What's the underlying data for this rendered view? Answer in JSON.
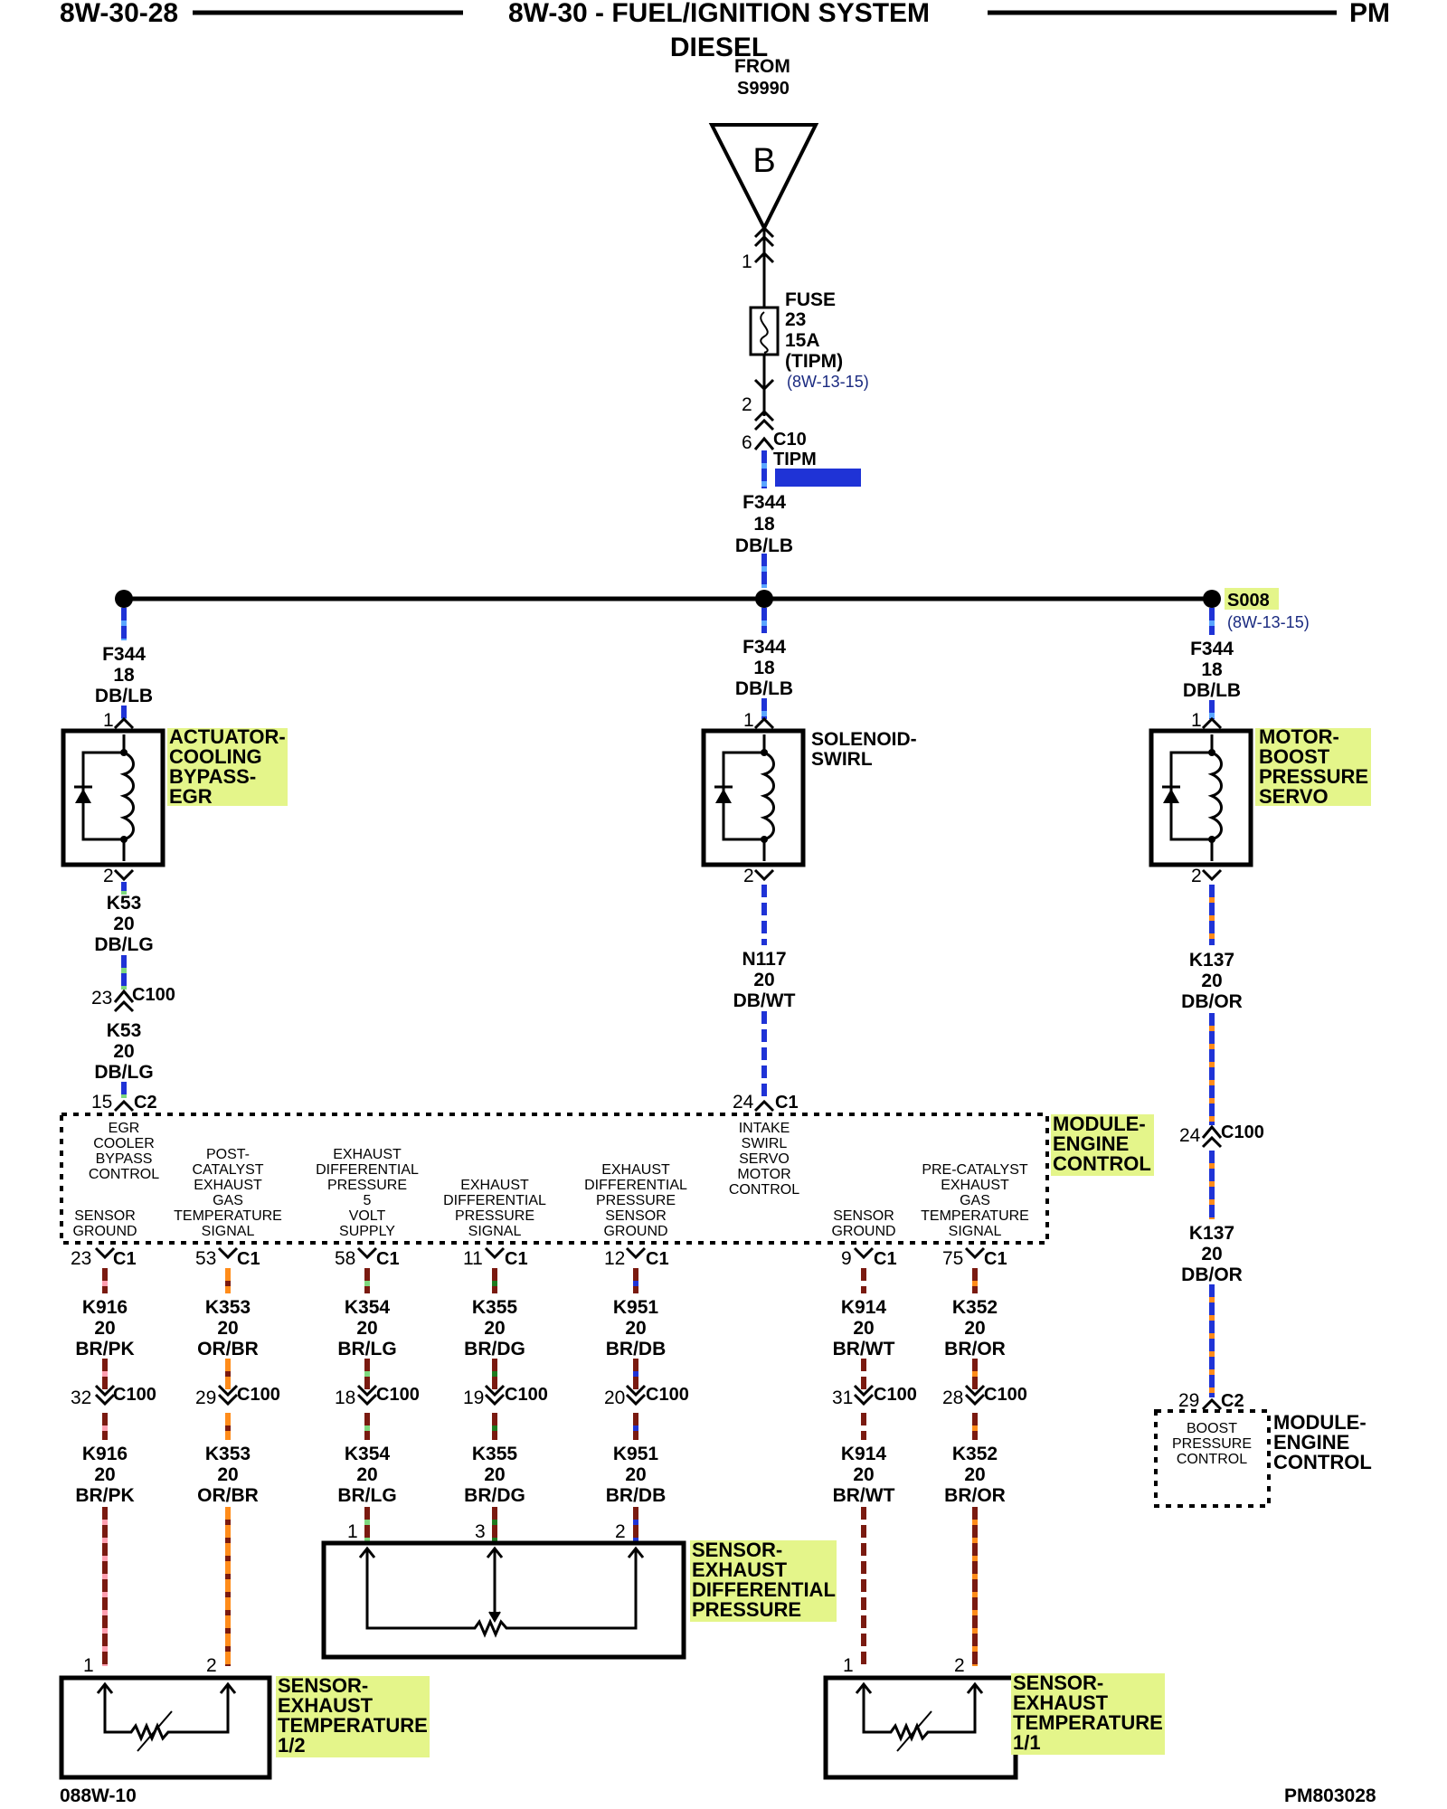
{
  "header": {
    "left": "8W-30-28",
    "title": "8W-30 - FUEL/IGNITION SYSTEM",
    "subtitle": "DIESEL",
    "right": "PM"
  },
  "footer": {
    "left": "088W-10",
    "right": "PM803028"
  },
  "source": {
    "from": "FROM",
    "from_ref": "S9990",
    "letter": "B",
    "pin_in": "1",
    "fuse_label": "FUSE",
    "fuse_number": "23",
    "fuse_rating": "15A",
    "fuse_location": "(TIPM)",
    "fuse_ref": "(8W-13-15)",
    "pin_out": "2",
    "tipm_pin": "6",
    "tipm_conn": "C10",
    "tipm_name": "TIPM",
    "feed_circuit": "F344",
    "feed_gauge": "18",
    "feed_color": "DB/LB"
  },
  "splice": {
    "name": "S008",
    "ref": "(8W-13-15)"
  },
  "branches": {
    "left": {
      "circuit": "F344",
      "gauge": "18",
      "color": "DB/LB",
      "pin1": "1",
      "pin2": "2",
      "name": [
        "ACTUATOR-",
        "COOLING",
        "BYPASS-",
        "EGR"
      ],
      "out_circuit": "K53",
      "out_gauge": "20",
      "out_color": "DB/LG",
      "conn_pin": "23",
      "conn": "C100",
      "out2_circuit": "K53",
      "out2_gauge": "20",
      "out2_color": "DB/LG",
      "pcm_pin": "15",
      "pcm_conn": "C2"
    },
    "center": {
      "circuit": "F344",
      "gauge": "18",
      "color": "DB/LB",
      "pin1": "1",
      "pin2": "2",
      "name": [
        "SOLENOID-",
        "SWIRL"
      ],
      "out_circuit": "N117",
      "out_gauge": "20",
      "out_color": "DB/WT",
      "pcm_pin": "24",
      "pcm_conn": "C1"
    },
    "right": {
      "circuit": "F344",
      "gauge": "18",
      "color": "DB/LB",
      "pin1": "1",
      "pin2": "2",
      "name": [
        "MOTOR-",
        "BOOST",
        "PRESSURE",
        "SERVO"
      ],
      "out_circuit": "K137",
      "out_gauge": "20",
      "out_color": "DB/OR",
      "conn_pin": "24",
      "conn": "C100",
      "out2_circuit": "K137",
      "out2_gauge": "20",
      "out2_color": "DB/OR",
      "pcm_pin": "29",
      "pcm_conn": "C2"
    }
  },
  "module": {
    "name": [
      "MODULE-",
      "ENGINE",
      "CONTROL"
    ],
    "functions": {
      "egr": [
        "EGR",
        "COOLER",
        "BYPASS",
        "CONTROL"
      ],
      "sensor_ground": [
        "SENSOR",
        "GROUND"
      ],
      "post_cat": [
        "POST-",
        "CATALYST",
        "EXHAUST",
        "GAS",
        "TEMPERATURE",
        "SIGNAL"
      ],
      "edp_5v": [
        "EXHAUST",
        "DIFFERENTIAL",
        "PRESSURE",
        "5",
        "VOLT",
        "SUPPLY"
      ],
      "edp_signal": [
        "EXHAUST",
        "DIFFERENTIAL",
        "PRESSURE",
        "SIGNAL"
      ],
      "edp_ground": [
        "EXHAUST",
        "DIFFERENTIAL",
        "PRESSURE",
        "SENSOR",
        "GROUND"
      ],
      "swirl": [
        "INTAKE",
        "SWIRL",
        "SERVO",
        "MOTOR",
        "CONTROL"
      ],
      "sensor_ground2": [
        "SENSOR",
        "GROUND"
      ],
      "pre_cat": [
        "PRE-CATALYST",
        "EXHAUST",
        "GAS",
        "TEMPERATURE",
        "SIGNAL"
      ]
    },
    "boost": [
      "BOOST",
      "PRESSURE",
      "CONTROL"
    ]
  },
  "pcm_circuits": [
    {
      "pin": "23",
      "conn": "C1",
      "circuit": "K916",
      "gauge": "20",
      "color": "BR/PK",
      "c100": "32",
      "c100_name": "C100",
      "end_pin": "1"
    },
    {
      "pin": "53",
      "conn": "C1",
      "circuit": "K353",
      "gauge": "20",
      "color": "OR/BR",
      "c100": "29",
      "c100_name": "C100",
      "end_pin": "2"
    },
    {
      "pin": "58",
      "conn": "C1",
      "circuit": "K354",
      "gauge": "20",
      "color": "BR/LG",
      "c100": "18",
      "c100_name": "C100",
      "end_pin": "1"
    },
    {
      "pin": "11",
      "conn": "C1",
      "circuit": "K355",
      "gauge": "20",
      "color": "BR/DG",
      "c100": "19",
      "c100_name": "C100",
      "end_pin": "3"
    },
    {
      "pin": "12",
      "conn": "C1",
      "circuit": "K951",
      "gauge": "20",
      "color": "BR/DB",
      "c100": "20",
      "c100_name": "C100",
      "end_pin": "2"
    },
    {
      "pin": "9",
      "conn": "C1",
      "circuit": "K914",
      "gauge": "20",
      "color": "BR/WT",
      "c100": "31",
      "c100_name": "C100",
      "end_pin": "1"
    },
    {
      "pin": "75",
      "conn": "C1",
      "circuit": "K352",
      "gauge": "20",
      "color": "BR/OR",
      "c100": "28",
      "c100_name": "C100",
      "end_pin": "2"
    }
  ],
  "sensors": {
    "temp12": [
      "SENSOR-",
      "EXHAUST",
      "TEMPERATURE",
      "1/2"
    ],
    "diff": [
      "SENSOR-",
      "EXHAUST",
      "DIFFERENTIAL",
      "PRESSURE"
    ],
    "temp11": [
      "SENSOR-",
      "EXHAUST",
      "TEMPERATURE",
      "1/1"
    ]
  },
  "colors": {
    "highlight": "#e4f58a",
    "dark_blue": "#1f33d6",
    "light_blue": "#5aa6ff",
    "light_green": "#7ed87e",
    "white": "#ffffff",
    "orange": "#ff8c1a",
    "brown": "#7a1a10",
    "pink": "#ff9fb0",
    "dark_green": "#1e7a1e"
  }
}
